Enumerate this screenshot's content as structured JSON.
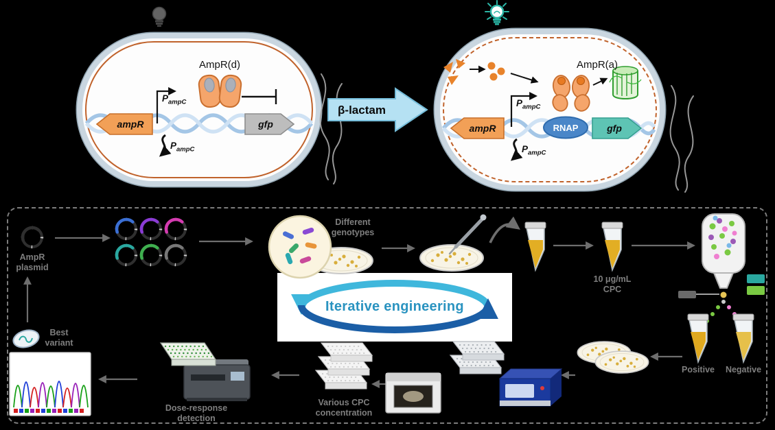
{
  "top": {
    "left_cell": {
      "protein_label": "AmpR(d)",
      "gene_ampR": "ampR",
      "gene_gfp": "gfp",
      "promoter_P": "P",
      "promoter_sub": "ampC"
    },
    "transition_label": "β-lactam",
    "right_cell": {
      "protein_label": "AmpR(a)",
      "rnap_label": "RNAP",
      "gene_ampR": "ampR",
      "gene_gfp": "gfp",
      "promoter_P": "P",
      "promoter_sub": "ampC"
    }
  },
  "workflow": {
    "ampr_plasmid": "AmpR\nplasmid",
    "different_genotypes": "Different\ngenotypes",
    "cpc_dose": "10 μg/mL\nCPC",
    "positive": "Positive",
    "negative": "Negative",
    "iterative_engineering": "Iterative engineering",
    "various_cpc": "Various CPC\nconcentration",
    "dose_response": "Dose-response\ndetection",
    "best_variant": "Best\nvariant"
  },
  "icons": [
    "lightbulb-off",
    "lightbulb-on",
    "bacterial-cell",
    "dna-helix",
    "plasmid",
    "petri-dish",
    "pipette",
    "culture-tube",
    "flow-cytometer",
    "laser",
    "liquid-handling-robot",
    "microplate",
    "plate-reader",
    "imaging-station",
    "sequencing-chromatogram",
    "bacteria",
    "gfp-protein",
    "rnap"
  ],
  "colors": {
    "accent_teal": "#2ab5a5",
    "protein_orange": "#f5a56b",
    "gene_orange": "#f2a057",
    "gfp_teal": "#5ec4b4",
    "rnap_blue": "#4a86c8",
    "beta_arrow_fill": "#b5e1f3",
    "iterative_text": "#2a93c0",
    "cycle_light": "#3fb7dc",
    "cycle_dark": "#1b5ea6",
    "liquid_yellow": "#e2ae24"
  }
}
